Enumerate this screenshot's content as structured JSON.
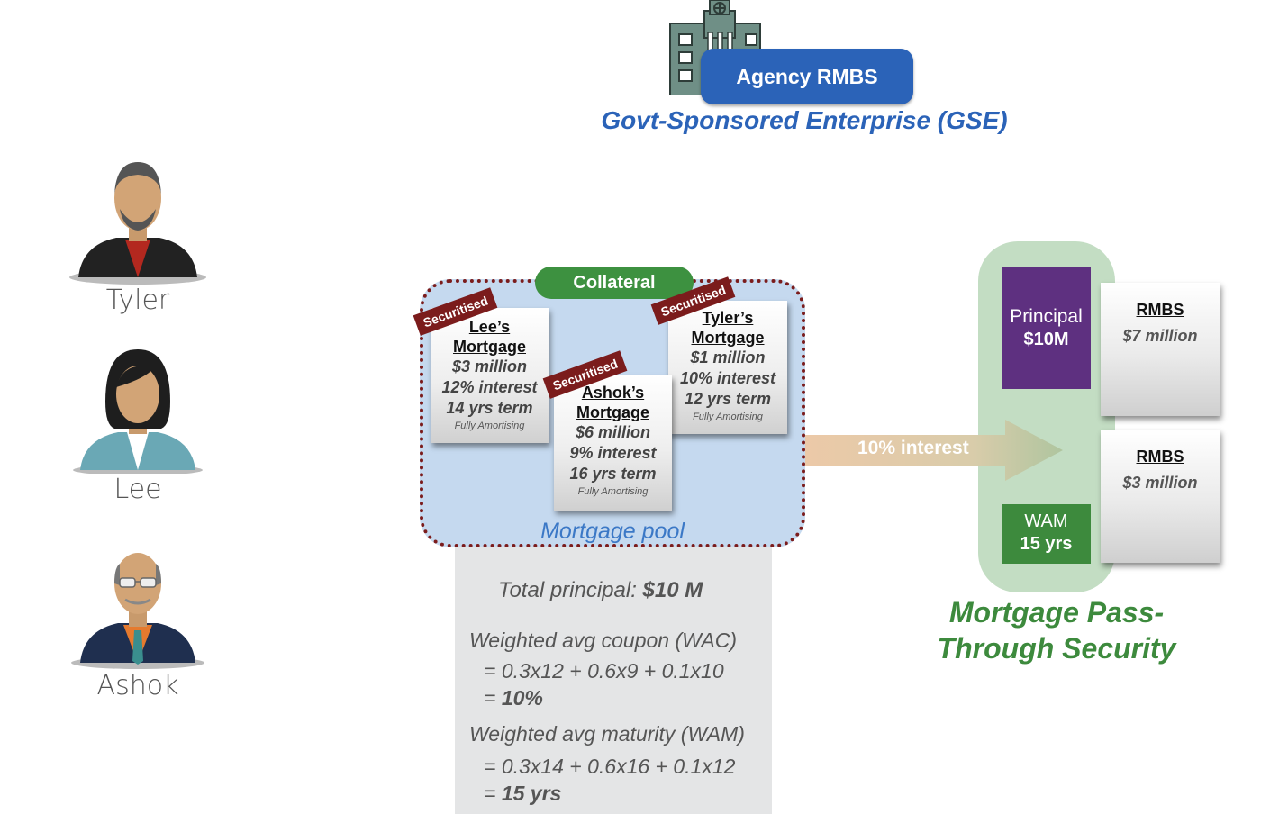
{
  "gse": {
    "pill_label": "Agency RMBS",
    "title": "Govt-Sponsored Enterprise (GSE)",
    "icon": "government-building-icon"
  },
  "people": [
    {
      "name": "Tyler",
      "icon": "man-with-beard-avatar-icon"
    },
    {
      "name": "Lee",
      "icon": "woman-avatar-icon"
    },
    {
      "name": "Ashok",
      "icon": "man-with-glasses-avatar-icon"
    }
  ],
  "pool": {
    "collateral_label": "Collateral",
    "label": "Mortgage pool",
    "tag_label": "Securitised",
    "mortgages": [
      {
        "title_1": "Lee’s",
        "title_2": "Mortgage",
        "amount": "$3 million",
        "interest": "12% interest",
        "term": "14 yrs term",
        "type": "Fully Amortising"
      },
      {
        "title_1": "Ashok’s",
        "title_2": "Mortgage",
        "amount": "$6 million",
        "interest": "9% interest",
        "term": "16 yrs term",
        "type": "Fully Amortising"
      },
      {
        "title_1": "Tyler’s",
        "title_2": "Mortgage",
        "amount": "$1 million",
        "interest": "10% interest",
        "term": "12 yrs term",
        "type": "Fully Amortising"
      }
    ]
  },
  "stats": {
    "total_label": "Total principal:",
    "total_value": "$10 M",
    "wac_label": "Weighted avg coupon (WAC)",
    "wac_formula": "= 0.3x12 + 0.6x9 + 0.1x10",
    "wac_eq": "=",
    "wac_result": "10%",
    "wam_label": "Weighted avg maturity (WAM)",
    "wam_formula": "= 0.3x14 + 0.6x16 + 0.1x12",
    "wam_eq": "=",
    "wam_result": "15 yrs"
  },
  "arrow": {
    "label": "10% interest"
  },
  "security": {
    "principal_label": "Principal",
    "principal_value": "$10M",
    "wam_label": "WAM",
    "wam_value": "15 yrs",
    "tranches": [
      {
        "label": "RMBS",
        "value": "$7 million"
      },
      {
        "label": "RMBS",
        "value": "$3 million"
      }
    ],
    "title": "Mortgage Pass-Through Security"
  },
  "colors": {
    "gse_blue": "#2b63b8",
    "collateral_green": "#3d9140",
    "securitised_red": "#7b1c1c",
    "principal_purple": "#5e3080",
    "security_green": "#3d8a3d"
  }
}
